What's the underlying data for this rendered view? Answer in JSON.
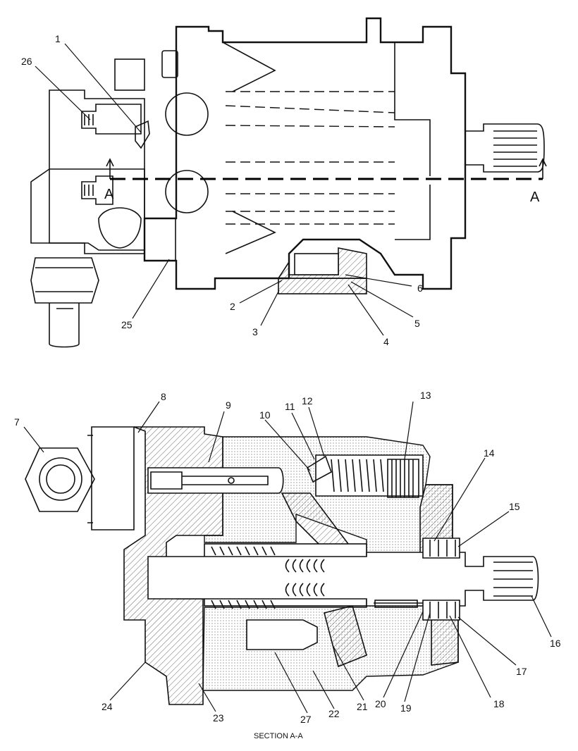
{
  "callouts": {
    "c1": "1",
    "c2": "2",
    "c3": "3",
    "c4": "4",
    "c5": "5",
    "c6": "6",
    "c7": "7",
    "c8": "8",
    "c9": "9",
    "c10": "10",
    "c11": "11",
    "c12": "12",
    "c13": "13",
    "c14": "14",
    "c15": "15",
    "c16": "16",
    "c17": "17",
    "c18": "18",
    "c19": "19",
    "c20": "20",
    "c21": "21",
    "c22": "22",
    "c23": "23",
    "c24": "24",
    "c25": "25",
    "c26": "26",
    "c27": "27"
  },
  "section_marks": {
    "left": "A",
    "right": "A"
  },
  "caption": "SECTION A-A"
}
